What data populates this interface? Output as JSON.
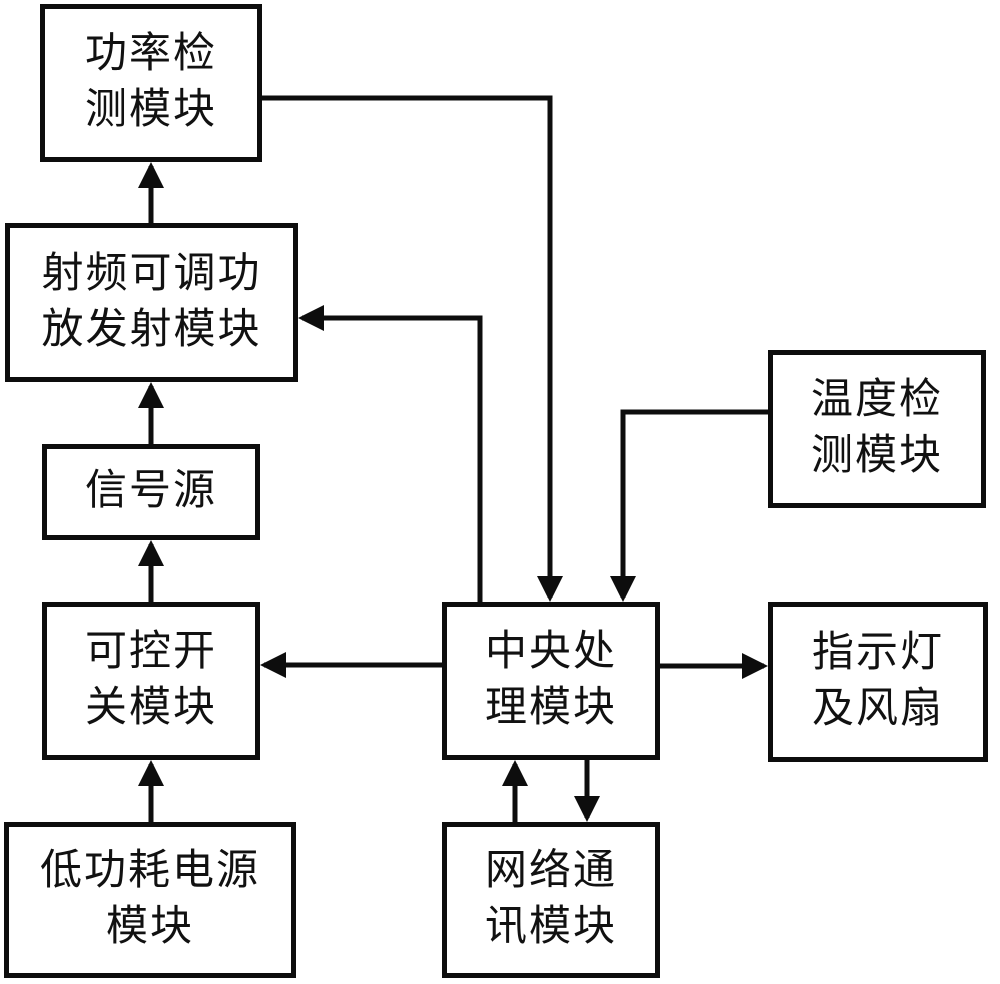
{
  "diagram": {
    "type": "block-diagram",
    "colors": {
      "line": "#0d0d0d",
      "background": "#ffffff",
      "text": "#111111"
    },
    "boxes": {
      "power_detection": {
        "label": "功率检\n测模块"
      },
      "rf_amplifier": {
        "label": "射频可调功\n放发射模块"
      },
      "signal_source": {
        "label": "信号源"
      },
      "switch_module": {
        "label": "可控开\n关模块"
      },
      "power_supply": {
        "label": "低功耗电源\n模块"
      },
      "central_processing": {
        "label": "中央处\n理模块"
      },
      "temperature_detection": {
        "label": "温度检\n测模块"
      },
      "indicator_fan": {
        "label": "指示灯\n及风扇"
      },
      "network_comm": {
        "label": "网络通\n讯模块"
      }
    },
    "connections": [
      {
        "from": "低功耗电源模块",
        "to": "可控开关模块"
      },
      {
        "from": "可控开关模块",
        "to": "信号源"
      },
      {
        "from": "信号源",
        "to": "射频可调功放发射模块"
      },
      {
        "from": "射频可调功放发射模块",
        "to": "功率检测模块"
      },
      {
        "from": "功率检测模块",
        "to": "中央处理模块"
      },
      {
        "from": "中央处理模块",
        "to": "射频可调功放发射模块"
      },
      {
        "from": "温度检测模块",
        "to": "中央处理模块"
      },
      {
        "from": "中央处理模块",
        "to": "可控开关模块"
      },
      {
        "from": "中央处理模块",
        "to": "指示灯及风扇"
      },
      {
        "from": "网络通讯模块",
        "to": "中央处理模块"
      },
      {
        "from": "中央处理模块",
        "to": "网络通讯模块"
      }
    ]
  }
}
